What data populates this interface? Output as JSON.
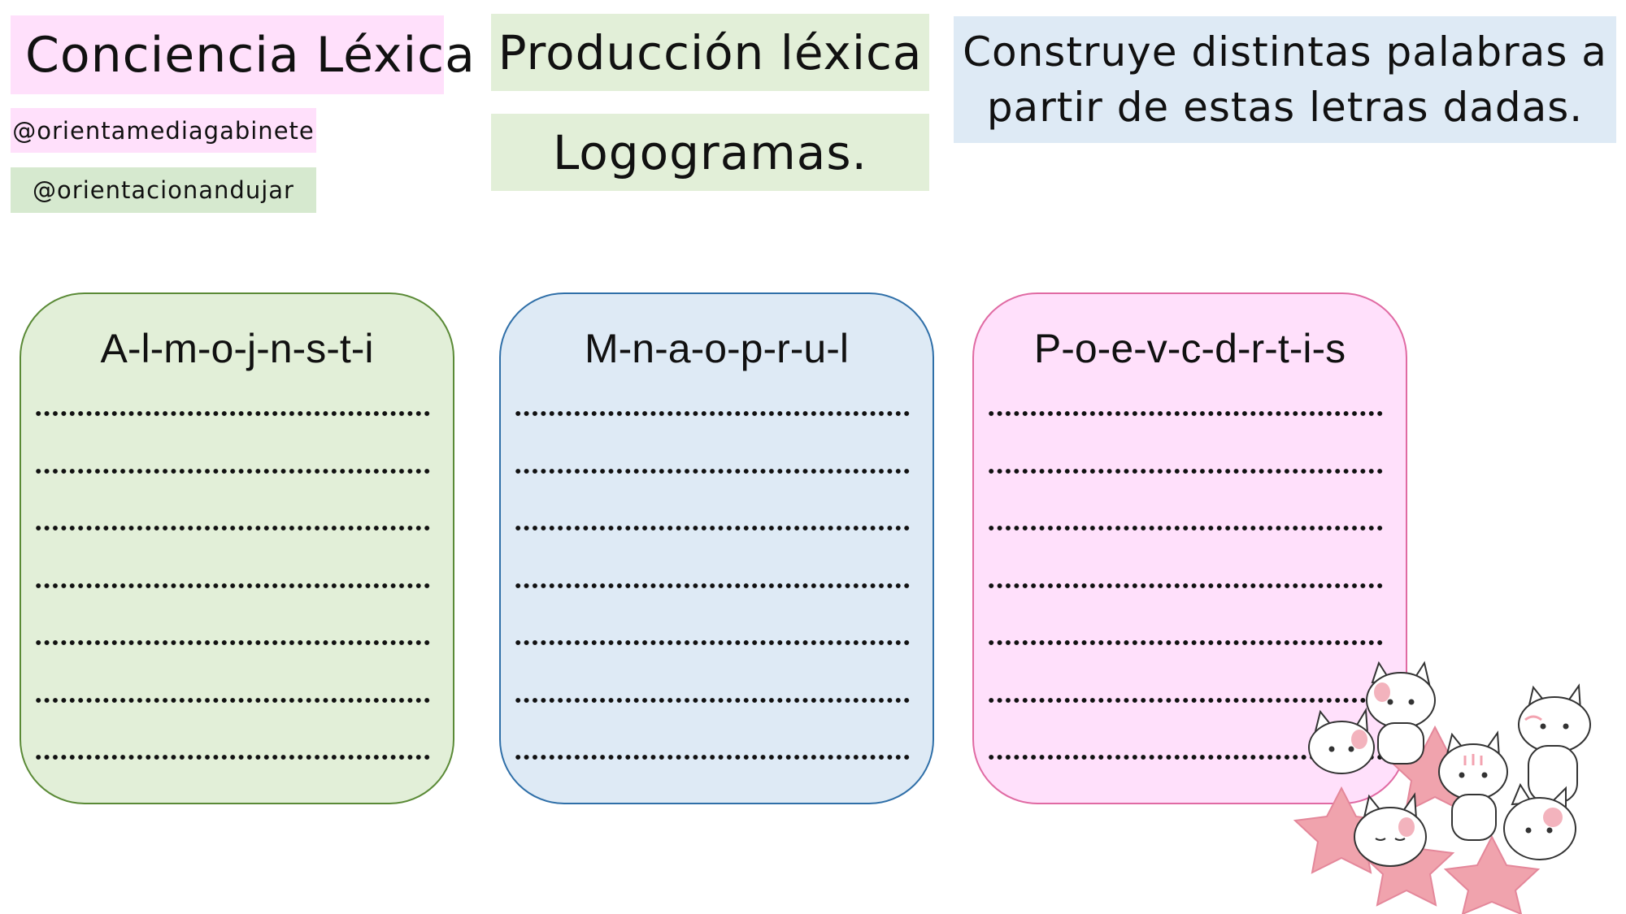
{
  "colors": {
    "pink": "#ffe0fb",
    "green": "#e2efd8",
    "blue": "#deeaf5",
    "green_border": "#5a8a36",
    "blue_border": "#2f6fa8",
    "pink_border": "#e06aa3"
  },
  "header": {
    "title": "Conciencia Léxica",
    "handle_1": "@orientamediagabinete",
    "handle_2": "@orientacionandujar",
    "production": "Producción léxica",
    "logograms": "Logogramas.",
    "instruction_line_1": "Construye distintas palabras a",
    "instruction_line_2": "partir de estas letras dadas."
  },
  "cards": [
    {
      "letters": "A-l-m-o-j-n-s-t-i",
      "answer_lines": 7
    },
    {
      "letters": "M-n-a-o-p-r-u-l",
      "answer_lines": 7
    },
    {
      "letters": "P-o-e-v-c-d-r-t-i-s",
      "answer_lines": 7
    }
  ],
  "decoration": {
    "image": "cats-on-stars illustration"
  }
}
